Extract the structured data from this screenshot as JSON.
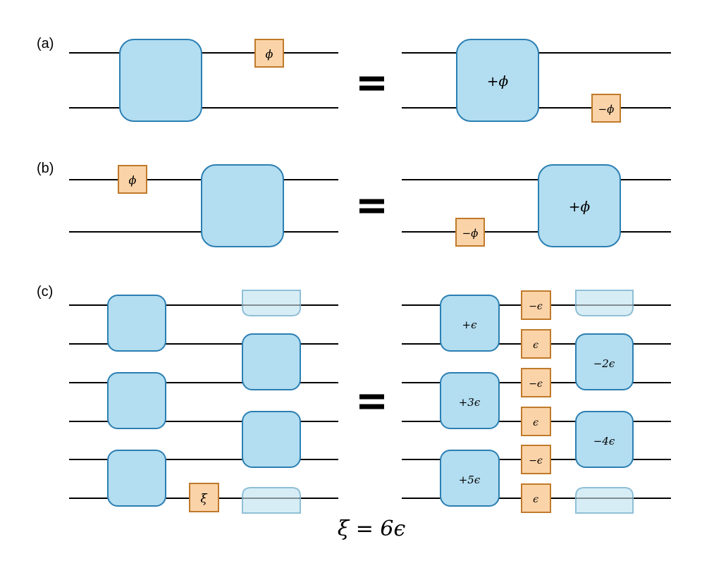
{
  "panels": {
    "a": {
      "label": "(a)",
      "lhs_phase": "ϕ",
      "rhs_block": "+ϕ",
      "rhs_phase": "−ϕ"
    },
    "b": {
      "label": "(b)",
      "lhs_phase": "ϕ",
      "rhs_phase": "−ϕ",
      "rhs_block": "+ϕ"
    },
    "c": {
      "label": "(c)",
      "lhs_phase": "ξ",
      "rhs_blocks_left": [
        "+ϵ",
        "+3ϵ",
        "+5ϵ"
      ],
      "rhs_phases": [
        "−ϵ",
        "ϵ",
        "−ϵ",
        "ϵ",
        "−ϵ",
        "ϵ"
      ],
      "rhs_blocks_right": [
        "−2ϵ",
        "−4ϵ"
      ]
    }
  },
  "relation": "ξ = 6ϵ",
  "colors": {
    "block_fill": "#b3ddf0",
    "block_stroke": "#2b7fb3",
    "phase_fill": "#fbd3a8",
    "phase_stroke": "#c07a2a"
  }
}
